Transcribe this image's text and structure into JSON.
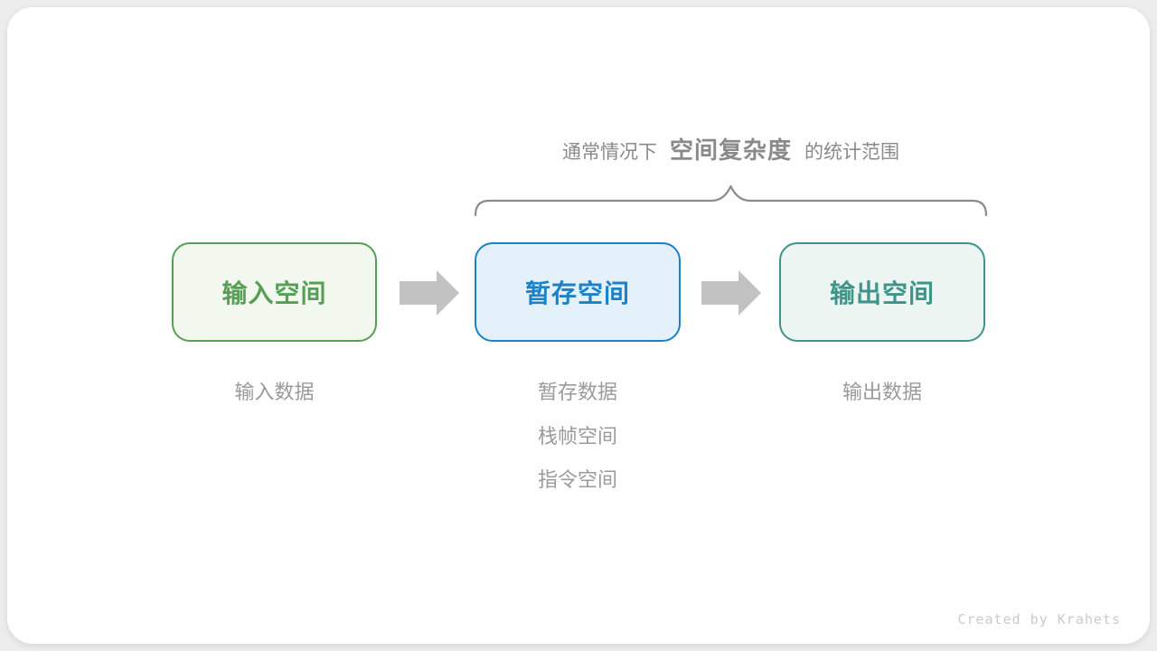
{
  "page": {
    "background_color": "#ededed",
    "card_color": "#ffffff",
    "credit": "Created by Krahets",
    "credit_color": "#cbcbcb"
  },
  "annotation": {
    "prefix": "通常情况下",
    "highlight": "空间复杂度",
    "suffix": "的统计范围",
    "text_color": "#8a8a8a",
    "brace_color": "#8c8c8c"
  },
  "arrow_color": "#c2c2c2",
  "sub_label_color": "#9a9a9a",
  "boxes": [
    {
      "label": "输入空间",
      "accent_color": "#579f57",
      "fill_color": "#f2f8ee",
      "sub_labels": [
        "输入数据"
      ]
    },
    {
      "label": "暂存空间",
      "accent_color": "#1b82c8",
      "fill_color": "#e4f1fb",
      "sub_labels": [
        "暂存数据",
        "栈帧空间",
        "指令空间"
      ]
    },
    {
      "label": "输出空间",
      "accent_color": "#3f948a",
      "fill_color": "#ecf5f1",
      "sub_labels": [
        "输出数据"
      ]
    }
  ]
}
